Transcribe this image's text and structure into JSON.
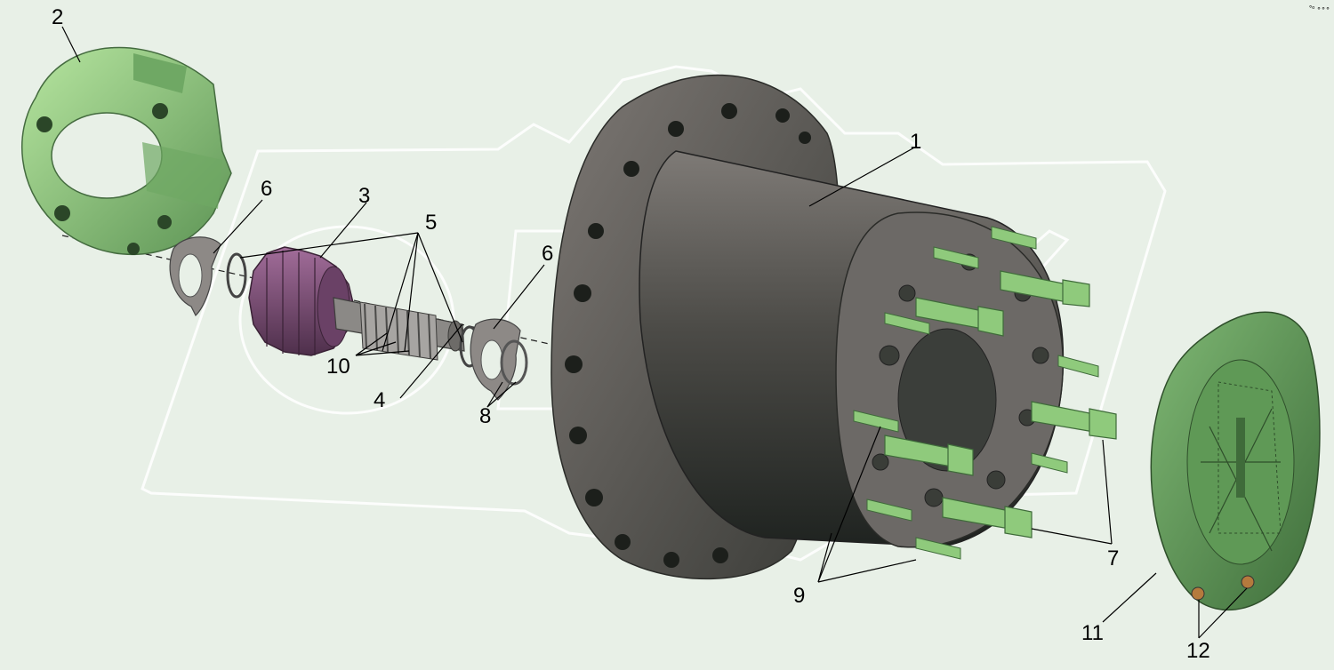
{
  "callouts": [
    {
      "id": "c1",
      "label": "1"
    },
    {
      "id": "c2",
      "label": "2"
    },
    {
      "id": "c3",
      "label": "3"
    },
    {
      "id": "c4",
      "label": "4"
    },
    {
      "id": "c5",
      "label": "5"
    },
    {
      "id": "c6a",
      "label": "6"
    },
    {
      "id": "c6b",
      "label": "6"
    },
    {
      "id": "c7",
      "label": "7"
    },
    {
      "id": "c8",
      "label": "8"
    },
    {
      "id": "c9",
      "label": "9"
    },
    {
      "id": "c10",
      "label": "10"
    },
    {
      "id": "c11",
      "label": "11"
    },
    {
      "id": "c12",
      "label": "12"
    }
  ],
  "corner_mark": "°ᵒ ∘∘∘",
  "colors": {
    "background": "#e8f0e7",
    "green_part": "#8fca7c",
    "green_dark": "#3f6b3a",
    "hub_body": "#5f5c5b",
    "hub_dark": "#2a2d28",
    "gear_purple": "#7c4f78",
    "watermark": "#ffffff"
  }
}
